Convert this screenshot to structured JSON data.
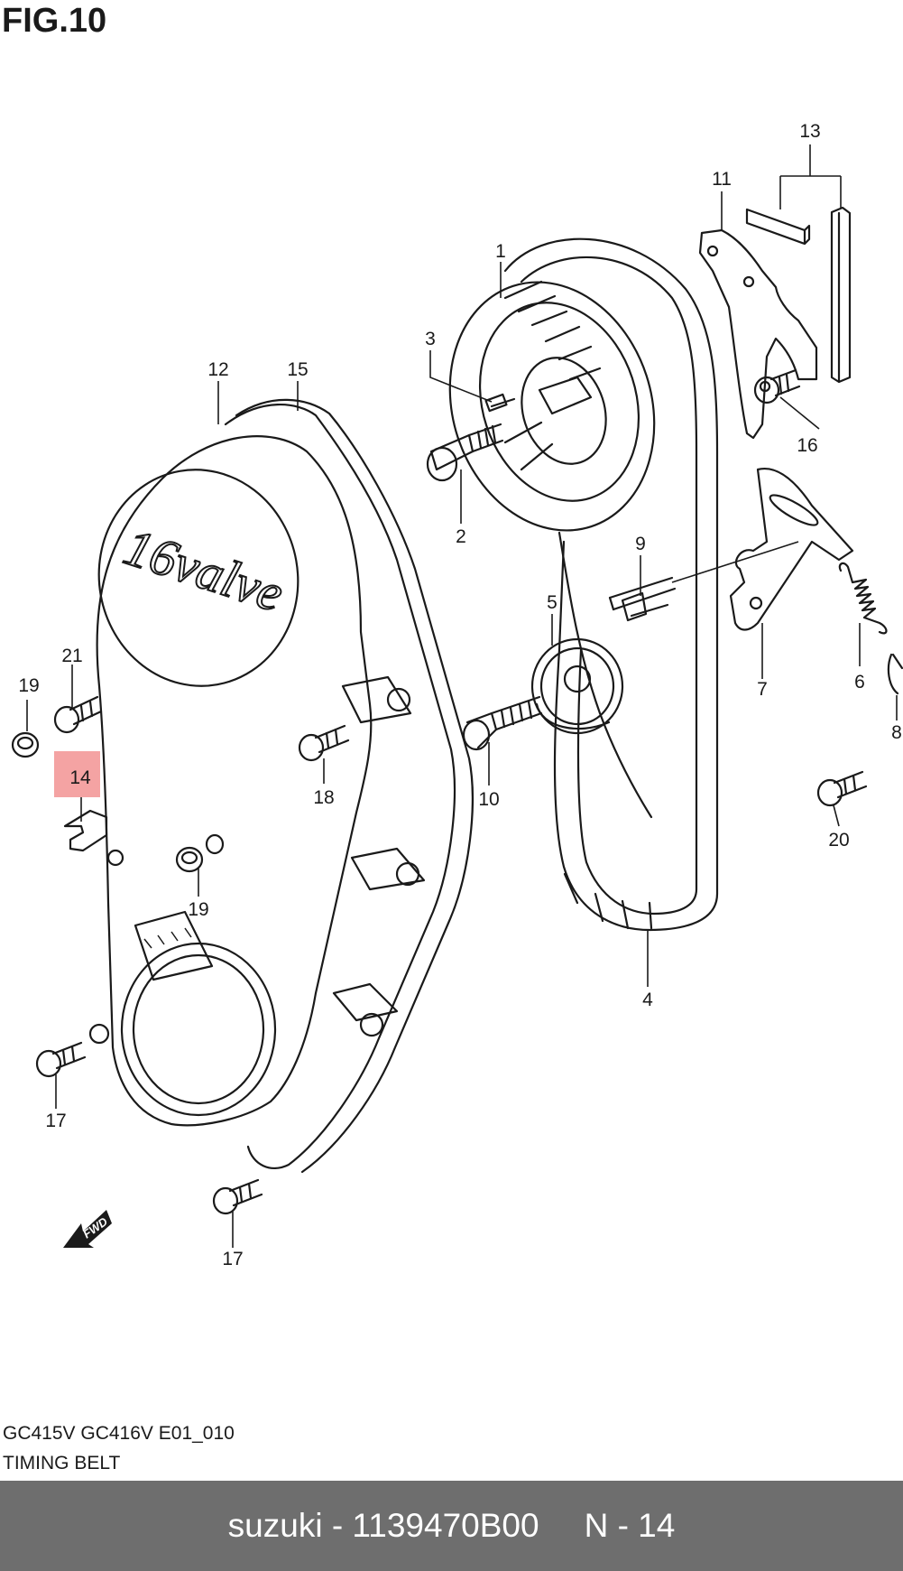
{
  "figure": {
    "title": "FIG.10",
    "cover_lettering": "16valve",
    "fwd_label": "FWD",
    "highlight_color": "#f4a3a3",
    "callouts": [
      {
        "id": "c1",
        "label": "1"
      },
      {
        "id": "c2",
        "label": "2"
      },
      {
        "id": "c3",
        "label": "3"
      },
      {
        "id": "c4",
        "label": "4"
      },
      {
        "id": "c5",
        "label": "5"
      },
      {
        "id": "c6",
        "label": "6"
      },
      {
        "id": "c7",
        "label": "7"
      },
      {
        "id": "c8",
        "label": "8"
      },
      {
        "id": "c9",
        "label": "9"
      },
      {
        "id": "c10",
        "label": "10"
      },
      {
        "id": "c11",
        "label": "11"
      },
      {
        "id": "c12",
        "label": "12"
      },
      {
        "id": "c13",
        "label": "13"
      },
      {
        "id": "c14",
        "label": "14",
        "highlighted": true
      },
      {
        "id": "c15",
        "label": "15"
      },
      {
        "id": "c16",
        "label": "16"
      },
      {
        "id": "c17a",
        "label": "17"
      },
      {
        "id": "c17b",
        "label": "17"
      },
      {
        "id": "c18",
        "label": "18"
      },
      {
        "id": "c19a",
        "label": "19"
      },
      {
        "id": "c19b",
        "label": "19"
      },
      {
        "id": "c20",
        "label": "20"
      },
      {
        "id": "c21",
        "label": "21"
      }
    ]
  },
  "caption": {
    "model_code": "GC415V GC416V E01_010",
    "section_name": "TIMING BELT"
  },
  "footer": {
    "brand_part": "suzuki - 1139470B00",
    "ref": "N - 14",
    "background": "#6e6e6e"
  }
}
